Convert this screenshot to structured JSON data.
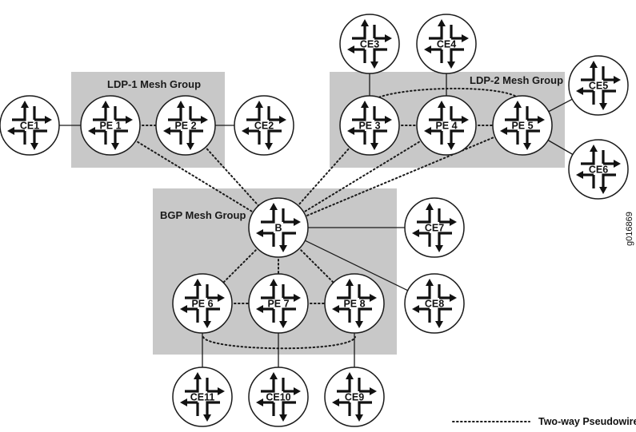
{
  "groups": {
    "ldp1": "LDP-1 Mesh Group",
    "ldp2": "LDP-2 Mesh Group",
    "bgp": "BGP Mesh Group"
  },
  "routers": {
    "ce1": "CE1",
    "pe1": "PE 1",
    "pe2": "PE 2",
    "ce2": "CE2",
    "ce3": "CE3",
    "ce4": "CE4",
    "pe3": "PE 3",
    "pe4": "PE 4",
    "pe5": "PE 5",
    "ce5": "CE5",
    "ce6": "CE6",
    "b": "B",
    "ce7": "CE7",
    "ce8": "CE8",
    "pe6": "PE 6",
    "pe7": "PE 7",
    "pe8": "PE 8",
    "ce11": "CE11",
    "ce10": "CE10",
    "ce9": "CE9"
  },
  "links": {
    "solid": [
      [
        "ce1",
        "pe1"
      ],
      [
        "pe2",
        "ce2"
      ],
      [
        "ce3",
        "pe3"
      ],
      [
        "ce4",
        "pe4"
      ],
      [
        "pe5",
        "ce5"
      ],
      [
        "pe5",
        "ce6"
      ],
      [
        "b",
        "ce7"
      ],
      [
        "b",
        "ce8"
      ],
      [
        "pe6",
        "ce11"
      ],
      [
        "pe7",
        "ce10"
      ],
      [
        "pe8",
        "ce9"
      ]
    ],
    "dotted": [
      [
        "pe1",
        "pe2"
      ],
      [
        "pe3",
        "pe4"
      ],
      [
        "pe4",
        "pe5"
      ],
      [
        "pe6",
        "pe7"
      ],
      [
        "pe7",
        "pe8"
      ],
      [
        "pe1",
        "b"
      ],
      [
        "pe2",
        "b"
      ],
      [
        "pe3",
        "b"
      ],
      [
        "pe4",
        "b"
      ],
      [
        "pe5",
        "b"
      ],
      [
        "b",
        "pe6"
      ],
      [
        "b",
        "pe7"
      ],
      [
        "b",
        "pe8"
      ]
    ]
  },
  "figure_id": "g016869",
  "legend": {
    "dotted_label": "Two-way Pseudowire"
  }
}
